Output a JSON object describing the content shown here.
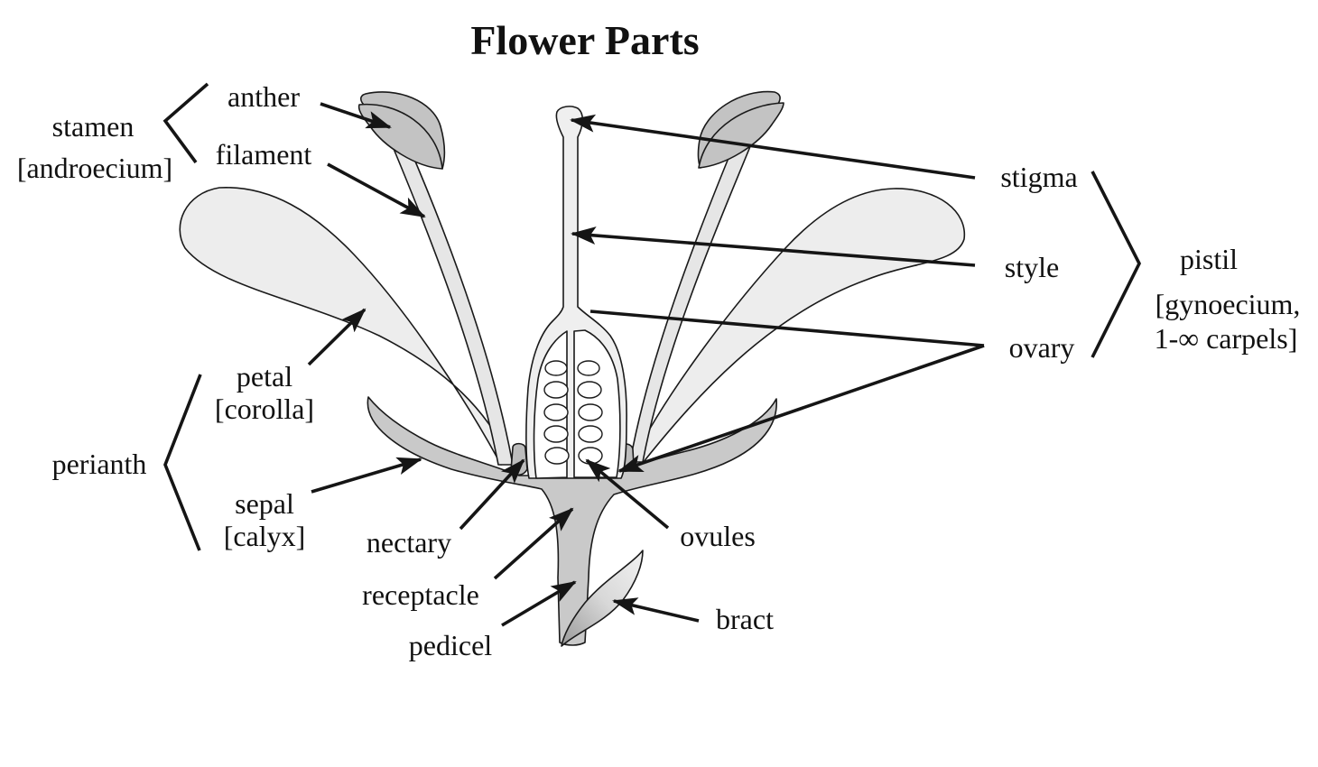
{
  "diagram": {
    "title": "Flower Parts",
    "colors": {
      "petal_fill": "#ededed",
      "sepal_fill": "#c9c9c9",
      "anther_fill": "#c3c3c3",
      "filament_fill": "#e6e6e6",
      "pistil_fill": "#efefef",
      "outline": "#1a1a1a"
    },
    "labels": {
      "anther": "anther",
      "filament": "filament",
      "stamen": "stamen",
      "androecium": "[androecium]",
      "petal": "petal",
      "corolla": "[corolla]",
      "perianth": "perianth",
      "sepal": "sepal",
      "calyx": "[calyx]",
      "nectary": "nectary",
      "receptacle": "receptacle",
      "pedicel": "pedicel",
      "ovules": "ovules",
      "bract": "bract",
      "stigma": "stigma",
      "style": "style",
      "ovary": "ovary",
      "pistil": "pistil",
      "gynoecium": "[gynoecium,",
      "carpels": "1-∞ carpels]"
    }
  }
}
